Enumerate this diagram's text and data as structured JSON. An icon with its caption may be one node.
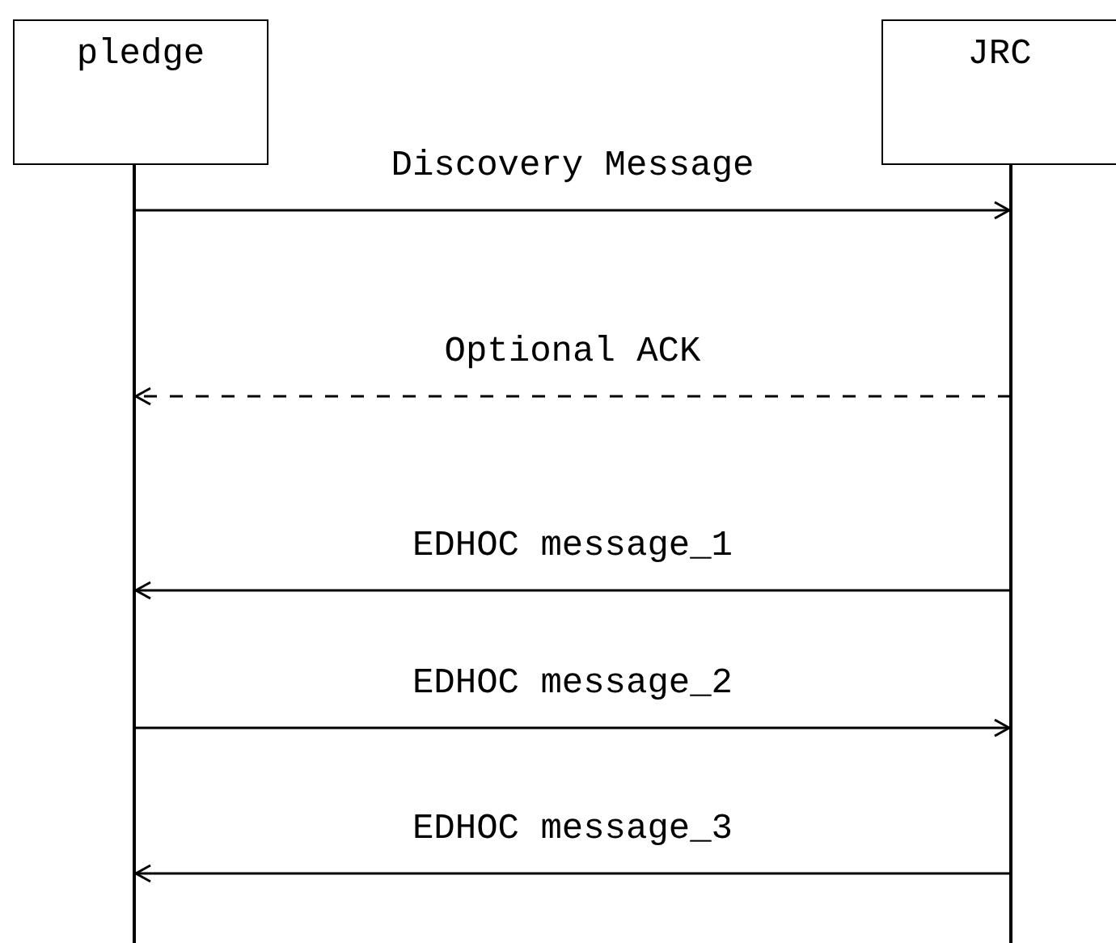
{
  "diagram": {
    "nodes": [
      {
        "text": [
          "pledge"
        ]
      },
      {
        "text": [
          "JRC"
        ]
      }
    ],
    "edges": [
      {
        "from": 0,
        "to": 1,
        "arrow": "to",
        "label": "Discovery Message"
      },
      {
        "from": 1,
        "to": 0,
        "arrow": "to",
        "label": "Optional ACK",
        "style": "dashed"
      },
      {
        "from": 1,
        "to": 0,
        "arrow": "to",
        "label": "EDHOC message_1"
      },
      {
        "from": 0,
        "to": 1,
        "arrow": "to",
        "label": "EDHOC message_2"
      },
      {
        "from": 1,
        "to": 0,
        "arrow": "to",
        "label": "EDHOC message_3"
      }
    ]
  }
}
